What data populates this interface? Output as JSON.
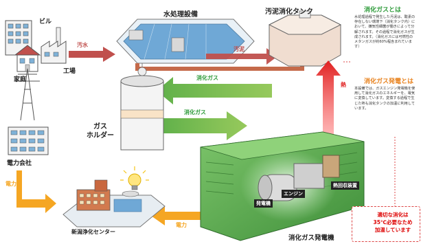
{
  "labels": {
    "building": "ビル",
    "home": "家庭",
    "factory": "工場",
    "water_plant": "水処理設備",
    "digestion_tank": "汚泥消化タンク",
    "gas_holder": "ガス\nホルダー",
    "power_company": "電力会社",
    "center": "新潟浄化センター",
    "generator_system": "消化ガス発電機",
    "generator": "発電機",
    "engine": "エンジン",
    "heat_recovery": "熱回収装置"
  },
  "arrows": {
    "sewage": "汚水",
    "sludge": "汚泥",
    "gas_top": "消化ガス",
    "gas_bottom": "消化ガス",
    "heat": "熱",
    "power_left": "電力",
    "power_bottom": "電力"
  },
  "panel1": {
    "title": "消化ガスとは",
    "body": "水処理過程で発生した汚泥は、酸素の存在しない環境下（消化タンク内）において、嫌気性細菌が働きによって分解されます。その過程で消化ガスが生成されます。（消化ガスには可燃性のメタンガスが約60%程含まれています）"
  },
  "panel2": {
    "title": "消化ガス発電とは",
    "body": "本設備では、ガスエンジン発電機を使用して消化ガスのエネルギーを、電気に変換しています。変換する過程で生じた熱も消化タンクの加温に利用しています。"
  },
  "note": {
    "text": "適切な消化は\n35℃必要なため\n加温しています"
  },
  "colors": {
    "sewage_arrow": "#c0504d",
    "gas_arrow": "#6ab04c",
    "heat_arrow": "#e03030",
    "power_arrow": "#f5a623",
    "generator": "#5aa845",
    "panel_green": "#2e9b3a",
    "panel_orange": "#e8821e"
  }
}
